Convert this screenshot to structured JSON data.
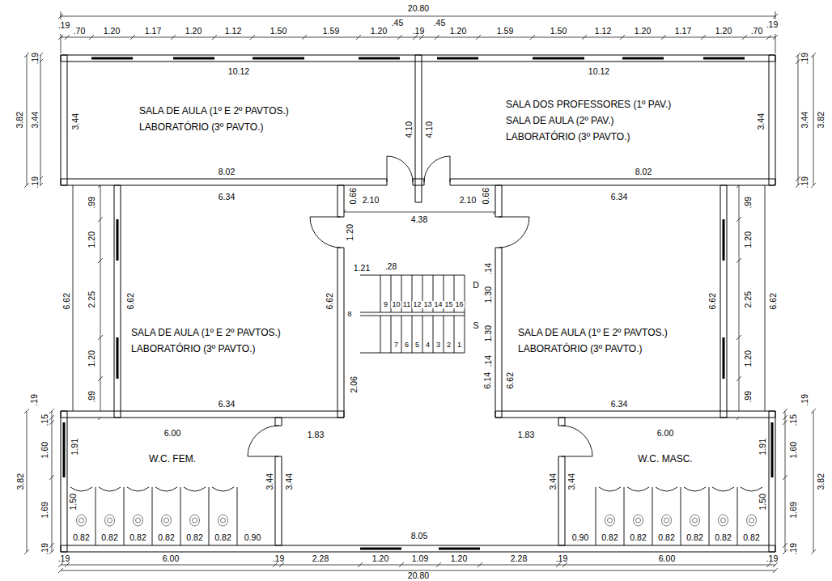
{
  "diagram": {
    "nodes": [
      {
        "text": [
          "SALA DE AULA (1º E 2º PAVTOS.)",
          "LABORATÓRIO (3º PAVTO.)"
        ]
      },
      {
        "text": [
          "SALA DOS PROFESSORES (1º PAV.)",
          "SALA DE AULA (2º PAV.)",
          "LABORATÓRIO (3º PAVTO.)"
        ]
      },
      {
        "text": [
          "SALA DE AULA (1º E 2º PAVTOS.)",
          "LABORATÓRIO (3º PAVTO.)"
        ]
      },
      {
        "text": [
          "SALA DE AULA (1º E 2º PAVTOS.)",
          "LABORATÓRIO (3º PAVTO.)"
        ]
      },
      {
        "text": [
          "W.C. FEM."
        ]
      },
      {
        "text": [
          "W.C. MASC."
        ]
      }
    ],
    "labels": [
      "20.80",
      ".19",
      ".70",
      "1.20",
      "1.17",
      "1.20",
      "1.12",
      "1.50",
      "1.59",
      "1.20",
      ".45",
      ".19",
      ".45",
      "1.20",
      "1.59",
      "1.50",
      "1.12",
      "1.20",
      "1.17",
      "1.20",
      ".70",
      ".19",
      "10.12",
      "10.12",
      "3.82",
      ".19",
      "3.44",
      ".19",
      "3.44",
      "4.10",
      "4.10",
      "3.44",
      ".19",
      "3.44",
      ".19",
      "3.82",
      "8.02",
      "8.02",
      "0.66",
      "2.10",
      "0.66",
      "2.10",
      "4.38",
      "6.34",
      "6.34",
      ".99",
      "1.20",
      "2.25",
      "1.20",
      ".99",
      "6.62",
      "6.62",
      "1.20",
      "1.21",
      ".28",
      ".14",
      "D",
      "1.30",
      "6.62",
      "8",
      "9",
      "10",
      "11",
      "12",
      "13",
      "14",
      "15",
      "16",
      "S",
      "1.30",
      "7",
      "6",
      "5",
      "4",
      "3",
      "2",
      "1",
      ".14",
      "6.62",
      ".99",
      "1.20",
      "2.25",
      "1.20",
      ".99",
      "6.62",
      "6.62",
      "2.06",
      "6.14",
      "6.34",
      "6.34",
      ".19",
      "6.00",
      "1.83",
      "1.83",
      "6.00",
      ".19",
      ".15",
      "1.91",
      "1.60",
      "3.82",
      "3.44",
      "3.44",
      "3.44",
      "3.44",
      "1.91",
      ".15",
      "1.60",
      "3.82",
      "1.50",
      "1.69",
      "1.50",
      "1.69",
      "0.82",
      "0.82",
      "0.82",
      "0.82",
      "0.82",
      "0.82",
      "0.90",
      "8.05",
      "0.90",
      "0.82",
      "0.82",
      "0.82",
      "0.82",
      "0.82",
      "0.82",
      ".19",
      ".19",
      ".19",
      "6.00",
      ".19",
      "2.28",
      "1.20",
      "1.09",
      "1.20",
      "2.28",
      ".19",
      "6.00",
      ".19",
      "20.80"
    ]
  }
}
